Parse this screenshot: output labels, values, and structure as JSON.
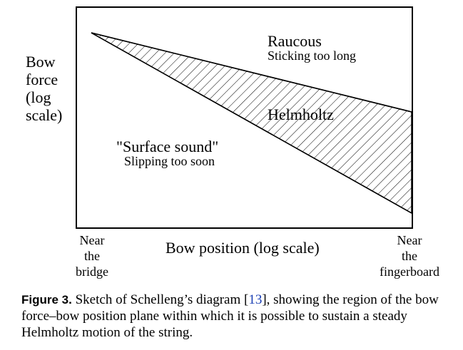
{
  "diagram": {
    "y_axis_label_lines": [
      "Bow",
      "force",
      "(log",
      "scale)"
    ],
    "x_axis_label": "Bow position (log scale)",
    "x_left_lines": [
      "Near",
      "the",
      "bridge"
    ],
    "x_right_lines": [
      "Near",
      "the",
      "fingerboard"
    ],
    "regions": {
      "upper_title": "Raucous",
      "upper_subtitle": "Sticking too long",
      "middle_title": "Helmholtz",
      "lower_title": "\"Surface sound\"",
      "lower_subtitle": "Slipping too soon"
    },
    "colors": {
      "line": "#000000",
      "hatch": "#000000"
    }
  },
  "caption": {
    "label": "Figure 3.",
    "text_before_ref": "Sketch of Schelleng’s diagram [",
    "ref": "13",
    "text_after_ref": "], showing the region of the bow force–bow position plane within which it is possible to sustain a steady Helmholtz motion of the string.",
    "ref_color": "#1a3fb4"
  }
}
